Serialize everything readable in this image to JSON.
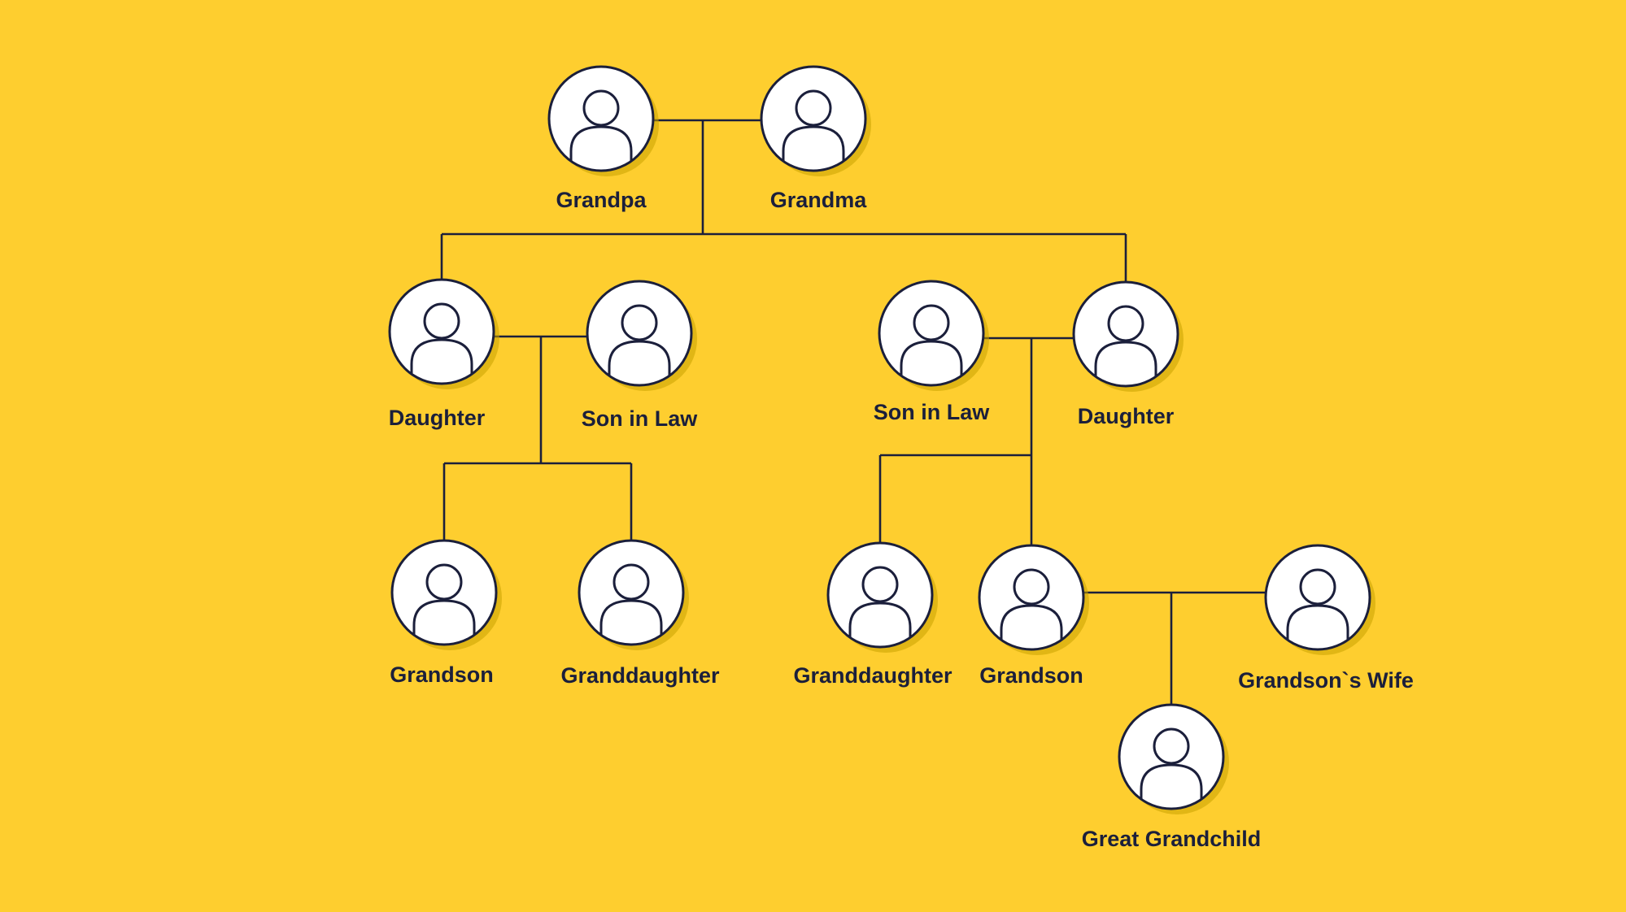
{
  "colors": {
    "background": "#FECE2F",
    "line": "#1B1F3B",
    "node_fill": "#FFFFFF",
    "shadow": "#C9A200"
  },
  "icon": "person-avatar-icon",
  "members": [
    {
      "id": "grandpa",
      "label": "Grandpa"
    },
    {
      "id": "grandma",
      "label": "Grandma"
    },
    {
      "id": "daughter-1",
      "label": "Daughter"
    },
    {
      "id": "son-in-law-1",
      "label": "Son in Law"
    },
    {
      "id": "son-in-law-2",
      "label": "Son in Law"
    },
    {
      "id": "daughter-2",
      "label": "Daughter"
    },
    {
      "id": "grandson-1",
      "label": "Grandson"
    },
    {
      "id": "granddaughter-1",
      "label": "Granddaughter"
    },
    {
      "id": "granddaughter-2",
      "label": "Granddaughter"
    },
    {
      "id": "grandson-2",
      "label": "Grandson"
    },
    {
      "id": "grandsons-wife",
      "label": "Grandson`s Wife"
    },
    {
      "id": "great-grandchild",
      "label": "Great Grandchild"
    }
  ],
  "relations": [
    {
      "type": "couple",
      "members": [
        "grandpa",
        "grandma"
      ],
      "children": [
        "daughter-1",
        "daughter-2"
      ]
    },
    {
      "type": "couple",
      "members": [
        "daughter-1",
        "son-in-law-1"
      ],
      "children": [
        "grandson-1",
        "granddaughter-1"
      ]
    },
    {
      "type": "couple",
      "members": [
        "son-in-law-2",
        "daughter-2"
      ],
      "children": [
        "granddaughter-2",
        "grandson-2"
      ]
    },
    {
      "type": "couple",
      "members": [
        "grandson-2",
        "grandsons-wife"
      ],
      "children": [
        "great-grandchild"
      ]
    }
  ]
}
